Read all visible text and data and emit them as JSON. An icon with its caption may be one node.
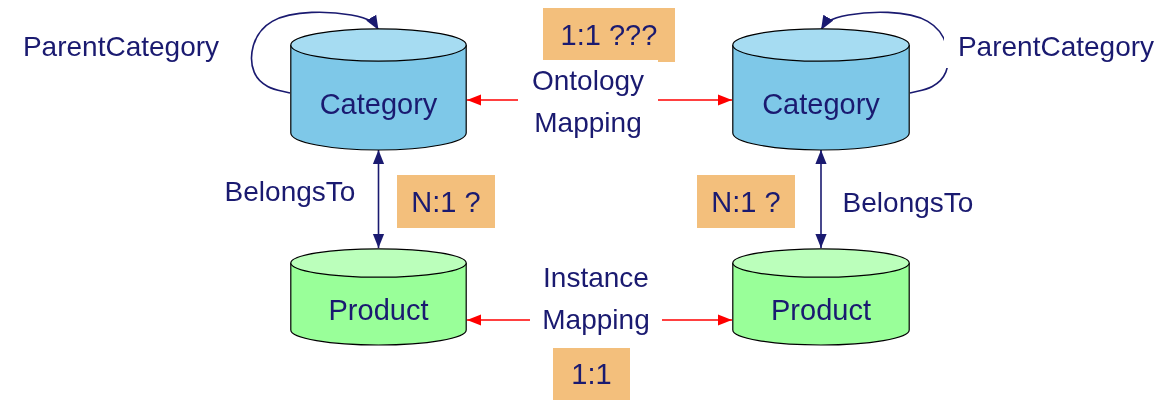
{
  "diagram": {
    "nodes": [
      {
        "text": [
          "1:1 ???"
        ]
      },
      {
        "text": [
          "Category"
        ]
      },
      {
        "text": [
          "Category"
        ]
      },
      {
        "text": [
          "N:1 ?"
        ]
      },
      {
        "text": [
          "N:1 ?"
        ]
      },
      {
        "text": [
          "Product"
        ]
      },
      {
        "text": [
          "Product"
        ]
      },
      {
        "text": [
          "1:1"
        ]
      }
    ],
    "edges": [
      {
        "from": 1,
        "to": 1,
        "arrow": "to",
        "label": "ParentCategory"
      },
      {
        "from": 2,
        "to": 2,
        "arrow": "to",
        "label": "ParentCategory"
      },
      {
        "from": 1,
        "to": 2,
        "arrow": "both",
        "label": "Ontology Mapping",
        "color": "#ff0000"
      },
      {
        "from": 1,
        "to": 5,
        "arrow": "both",
        "label": "BelongsTo"
      },
      {
        "from": 2,
        "to": 6,
        "arrow": "both",
        "label": "BelongsTo"
      },
      {
        "from": 5,
        "to": 6,
        "arrow": "both",
        "label": "Instance Mapping",
        "color": "#ff0000"
      }
    ]
  }
}
